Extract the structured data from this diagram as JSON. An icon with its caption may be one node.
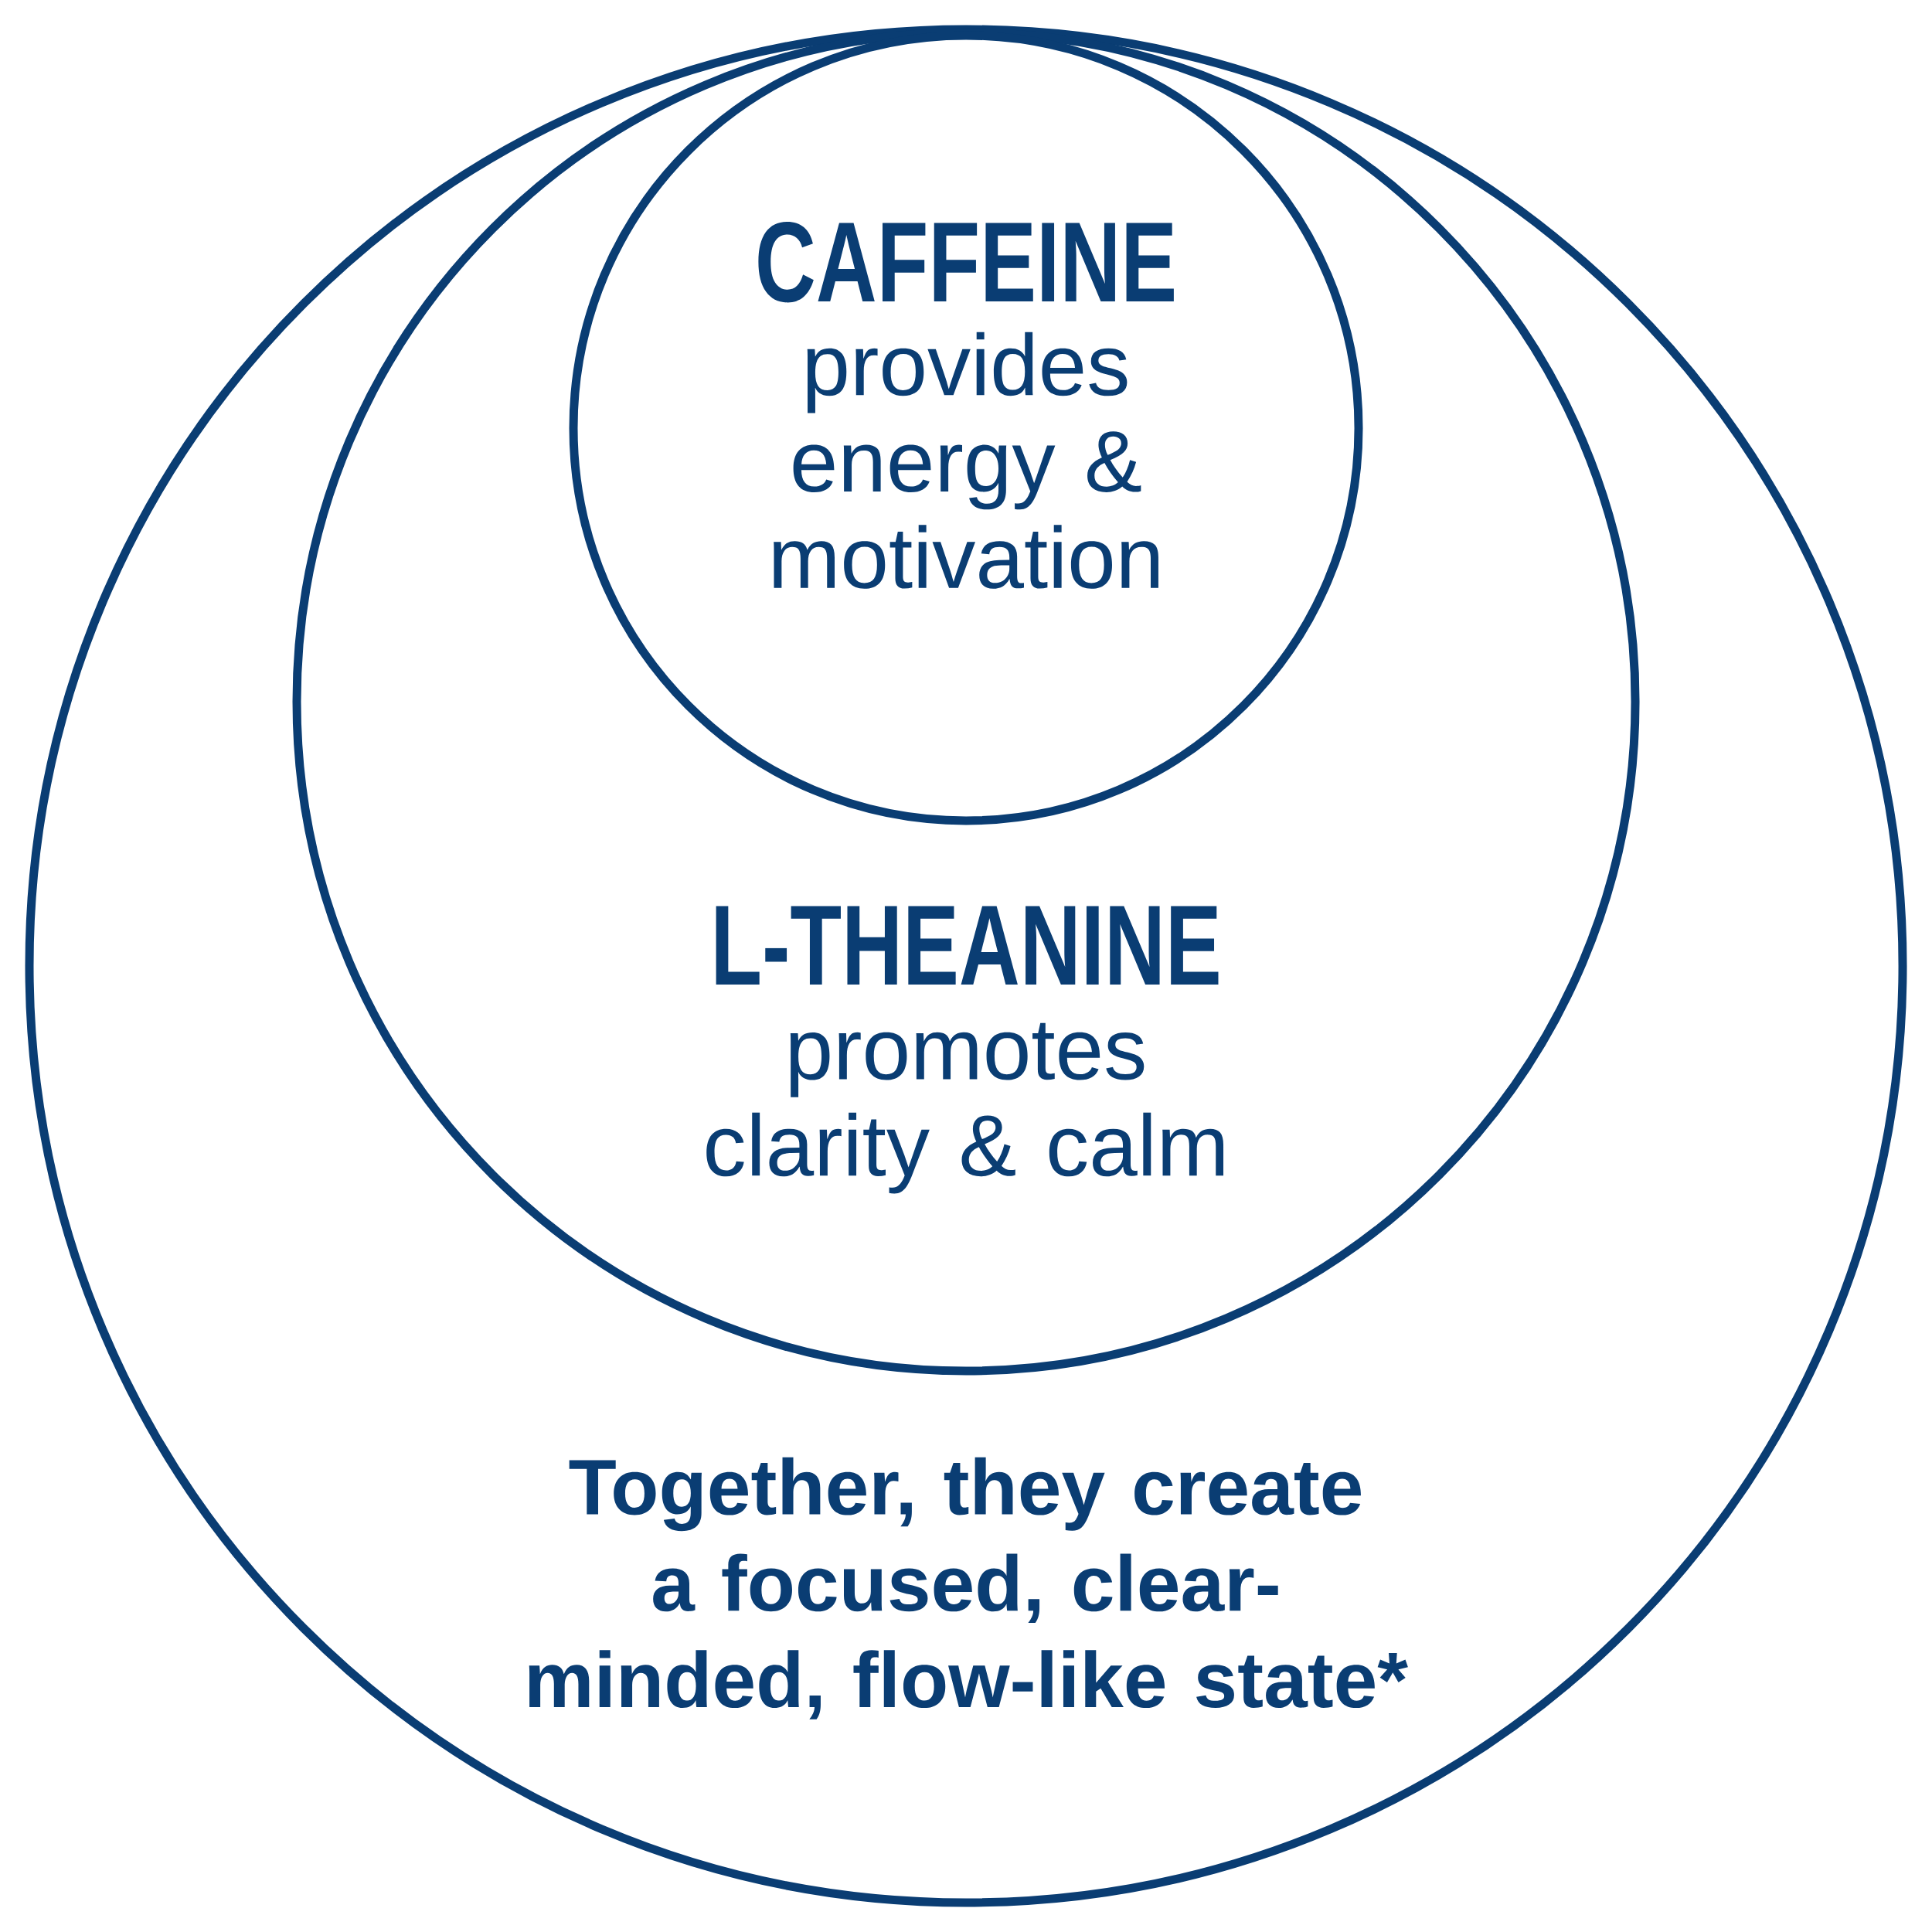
{
  "diagram": {
    "nodes": [
      {
        "text": [
          "Together, they create a focused, clear-minded, flow-like state*"
        ]
      },
      {
        "text": [
          "L-THEANINE",
          "promotes clarity & calm"
        ],
        "in": 0
      },
      {
        "text": [
          "CAFFEINE",
          "provides energy & motivation"
        ],
        "in": 1
      }
    ]
  }
}
